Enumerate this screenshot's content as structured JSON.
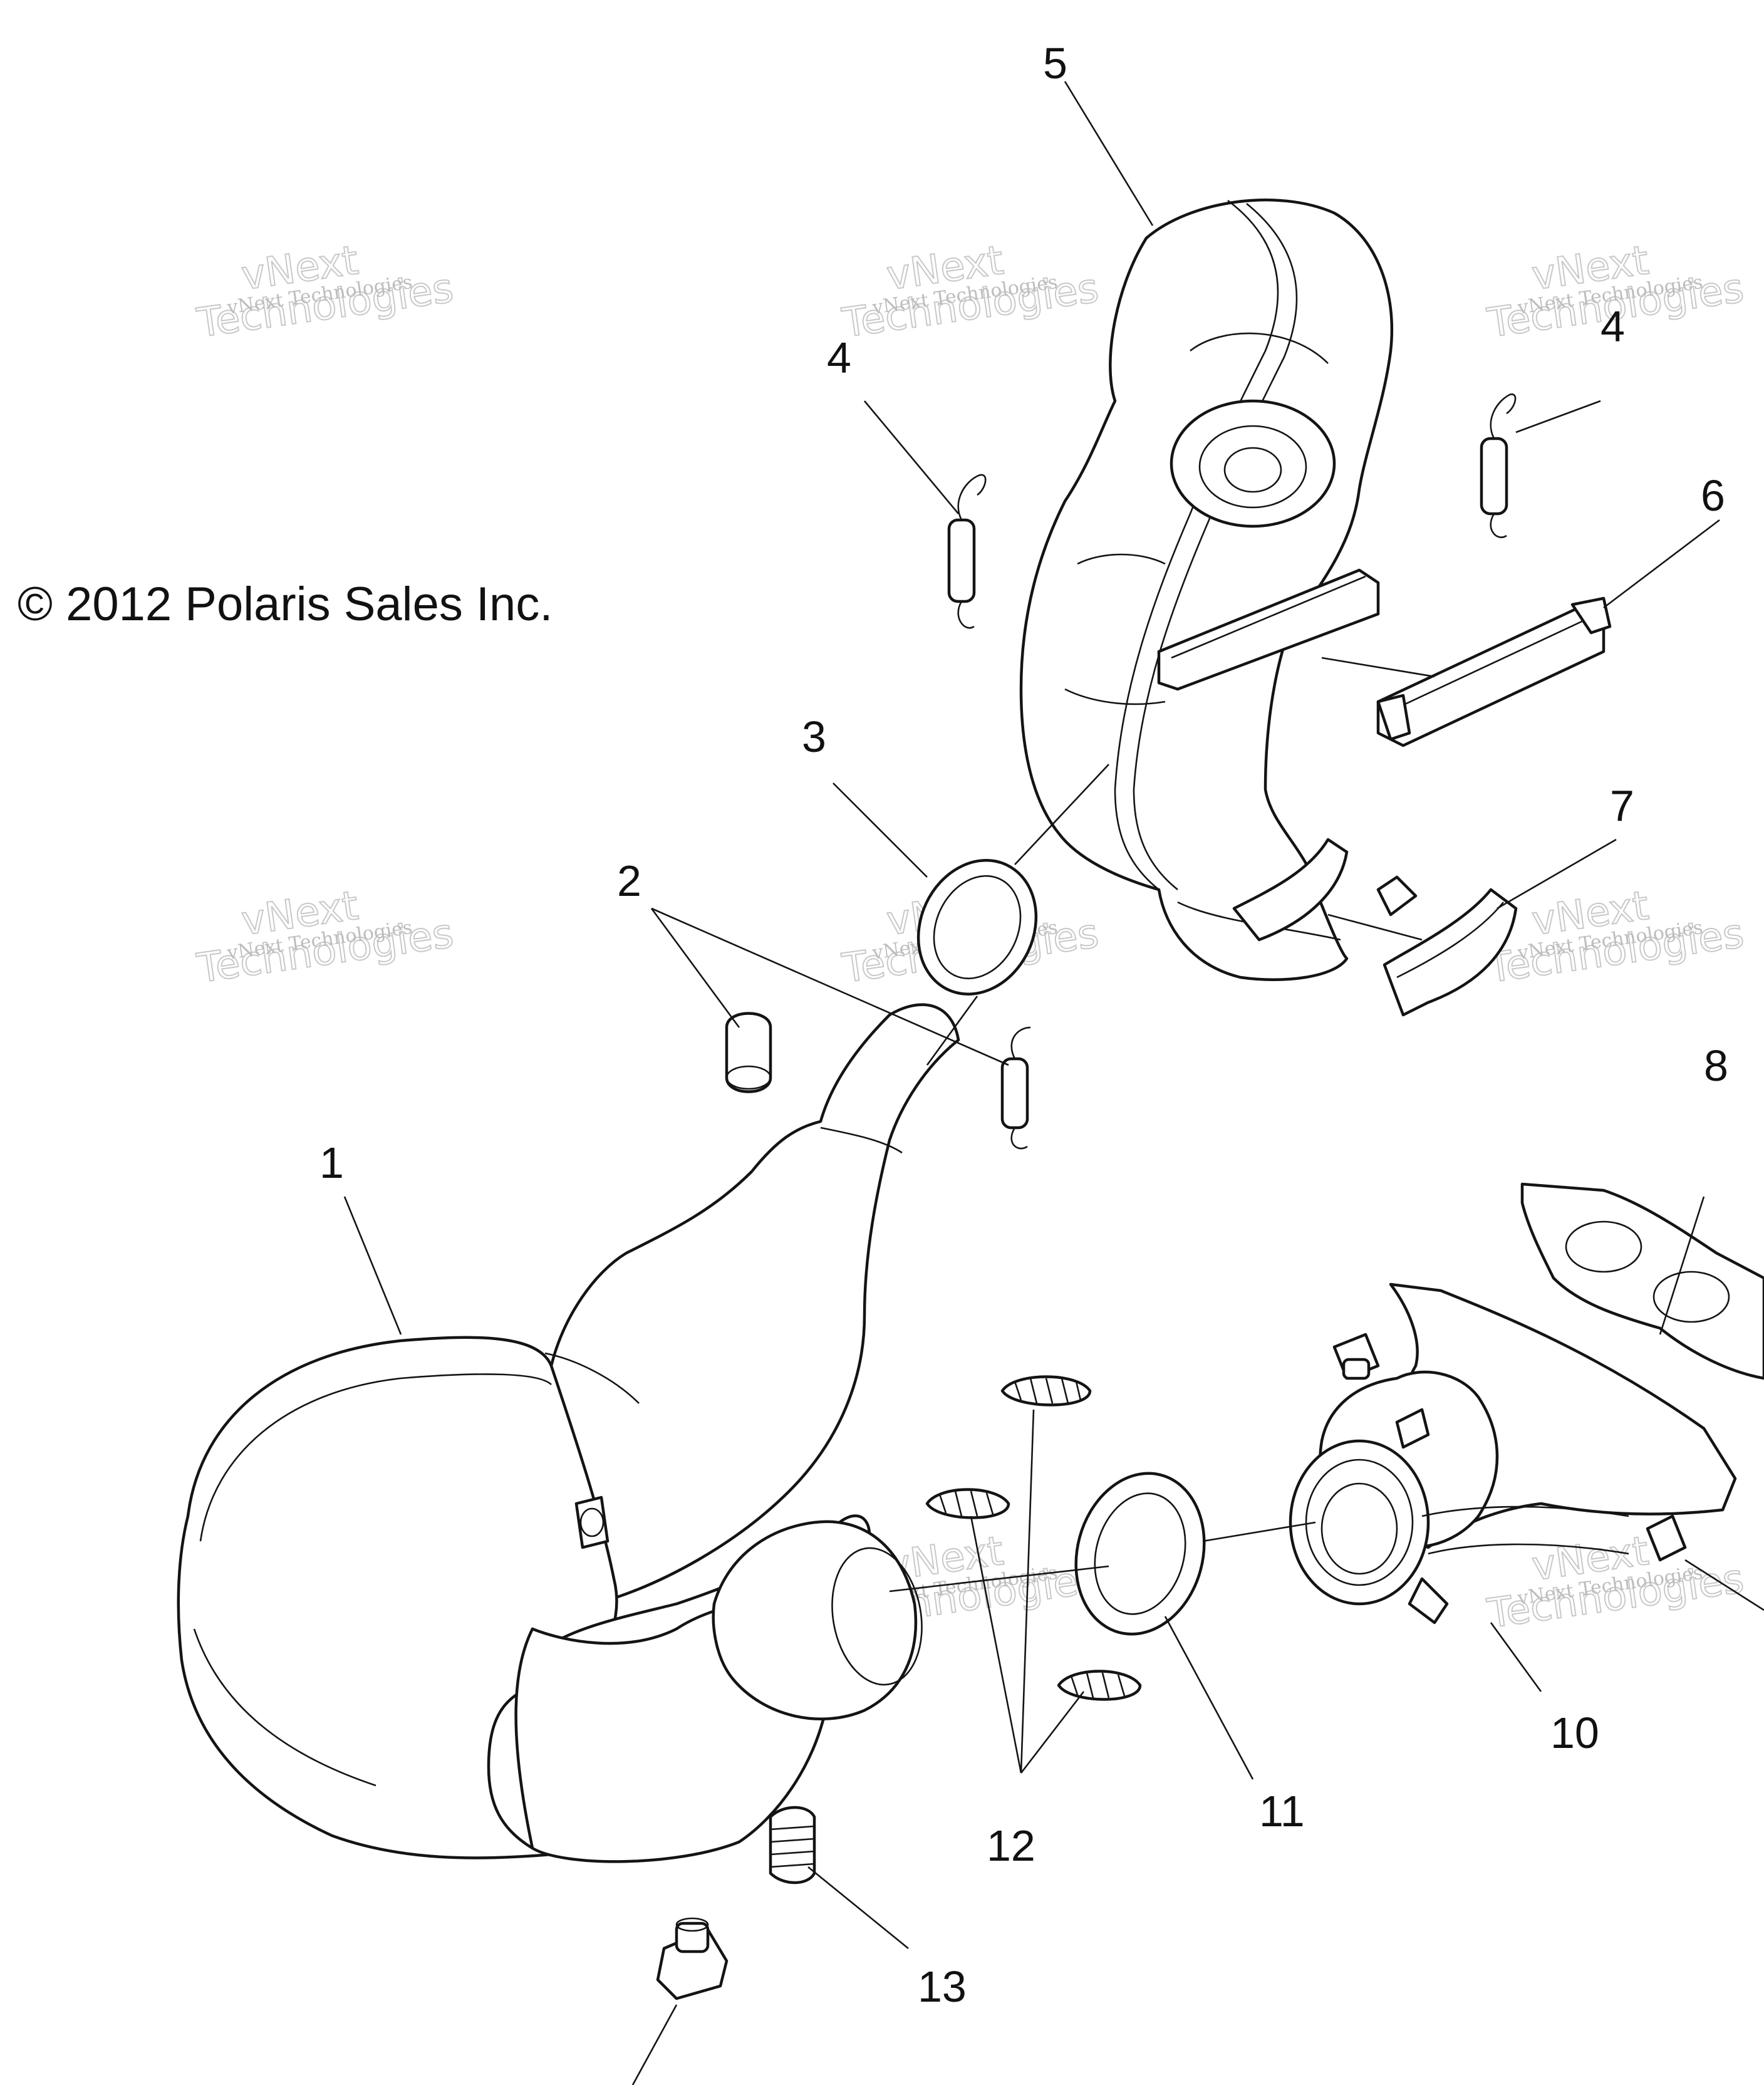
{
  "copyright": "© 2012 Polaris Sales Inc.",
  "watermark": {
    "line1": "vNext Technologies",
    "line2": "Technologies",
    "line3": "vNext"
  },
  "callouts": {
    "c1": "1",
    "c2": "2",
    "c3": "3",
    "c4a": "4",
    "c4b": "4",
    "c5": "5",
    "c6": "6",
    "c7": "7",
    "c8": "8",
    "c10": "10",
    "c11": "11",
    "c12": "12",
    "c13": "13"
  },
  "colors": {
    "ink": "#141414",
    "background": "#ffffff",
    "watermark": "#c9c9c9"
  }
}
